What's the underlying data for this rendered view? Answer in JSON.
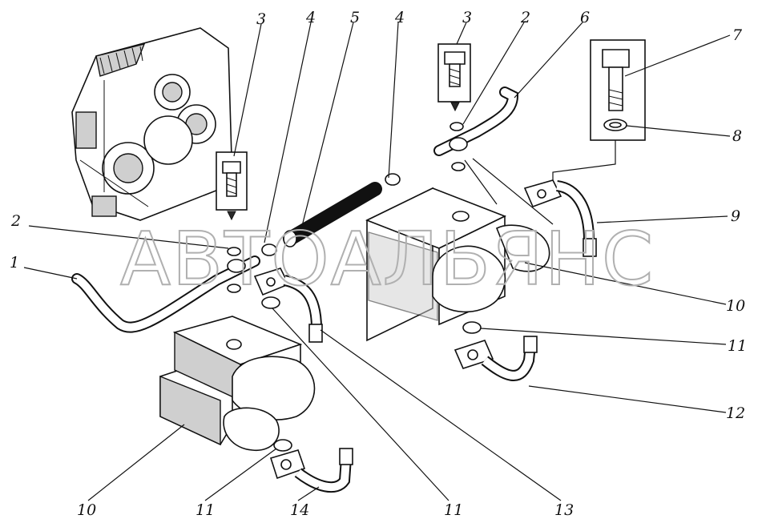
{
  "watermark": "АВТОАЛЬЯНС",
  "callouts": {
    "c1": "1",
    "c2a": "2",
    "c2b": "2",
    "c3a": "3",
    "c3b": "3",
    "c4a": "4",
    "c4b": "4",
    "c5": "5",
    "c6": "6",
    "c7": "7",
    "c8": "8",
    "c9": "9",
    "c10a": "10",
    "c10b": "10",
    "c11a": "11",
    "c11b": "11",
    "c11c": "11",
    "c12": "12",
    "c13": "13",
    "c14": "14"
  }
}
